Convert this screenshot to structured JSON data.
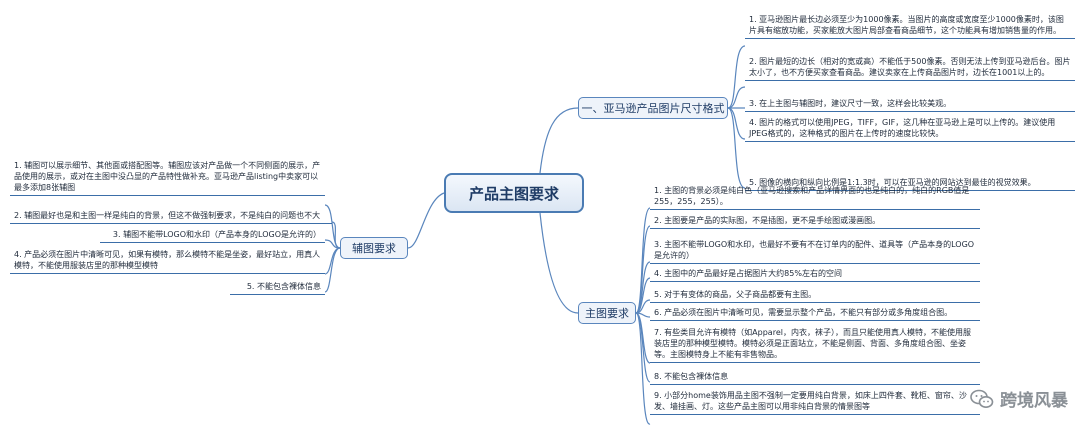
{
  "central": "产品主图要求",
  "watermark": "跨境风暴",
  "size_branch": {
    "label": "一、亚马逊产品图片尺寸格式",
    "items": [
      "1. 亚马逊图片最长边必须至少为1000像素。当图片的高度或宽度至少1000像素时，该图片具有缩放功能，买家能放大图片局部查看商品细节，这个功能具有增加销售量的作用。",
      "2. 图片最短的边长（相对的宽或高）不能低于500像素。否则无法上传到亚马逊后台。图片太小了，也不方便买家查看商品。建议卖家在上传商品图片时，边长在1001以上的。",
      "3. 在上主图与辅图时，建议尺寸一致，这样会比较美观。",
      "4. 图片的格式可以使用JPEG，TIFF，GIF，这几种在亚马逊上是可以上传的。建议使用JPEG格式的，这种格式的图片在上传时的速度比较快。",
      "5. 图像的横向和纵向比例是1:1.3时，可以在亚马逊的网站达到最佳的视觉效果。"
    ]
  },
  "main_branch": {
    "label": "主图要求",
    "items": [
      "1. 主图的背景必须是纯白色（亚马逊搜索和产品详情界面的也是纯白的，纯白的RGB值是255，255，255）。",
      "2. 主图要是产品的实际图，不是插图，更不是手绘图或漫画图。",
      "3. 主图不能带LOGO和水印，也最好不要有不在订单内的配件、道具等（产品本身的LOGO是允许的）",
      "4. 主图中的产品最好是占据图片大约85%左右的空间",
      "5. 对于有变体的商品，父子商品都要有主图。",
      "6. 产品必须在图片中清晰可见，需要显示整个产品，不能只有部分或多角度组合图。",
      "7. 有些类目允许有模特（如Apparel，内衣，袜子），而且只能使用真人模特，不能使用服装店里的那种模型模特。模特必须是正面站立，不能是侧面、背面、多角度组合图、坐姿等。主图模特身上不能有非售物品。",
      "8. 不能包含裸体信息",
      "9. 小部分home装饰用品主图不强制一定要用纯白背景，如床上四件套、靴柜、窗帘、沙发、墙挂画、灯。这些产品主图可以用非纯白背景的情景图等"
    ]
  },
  "aux_branch": {
    "label": "辅图要求",
    "items": [
      "1. 辅图可以展示细节、其他面或搭配图等。辅图应该对产品做一个不同侧面的展示，产品使用的展示，或对在主图中没凸显的产品特性做补充。亚马逊产品listing中卖家可以最多添加8张辅图",
      "2. 辅图最好也是和主图一样是纯白的背景，但这不做强制要求，不是纯白的问题也不大",
      "3. 辅图不能带LOGO和水印（产品本身的LOGO是允许的）",
      "4. 产品必须在图片中清晰可见，如果有模特，那么模特不能是坐姿，最好站立，用真人模特，不能使用服装店里的那种模型模特",
      "5. 不能包含裸体信息"
    ]
  }
}
